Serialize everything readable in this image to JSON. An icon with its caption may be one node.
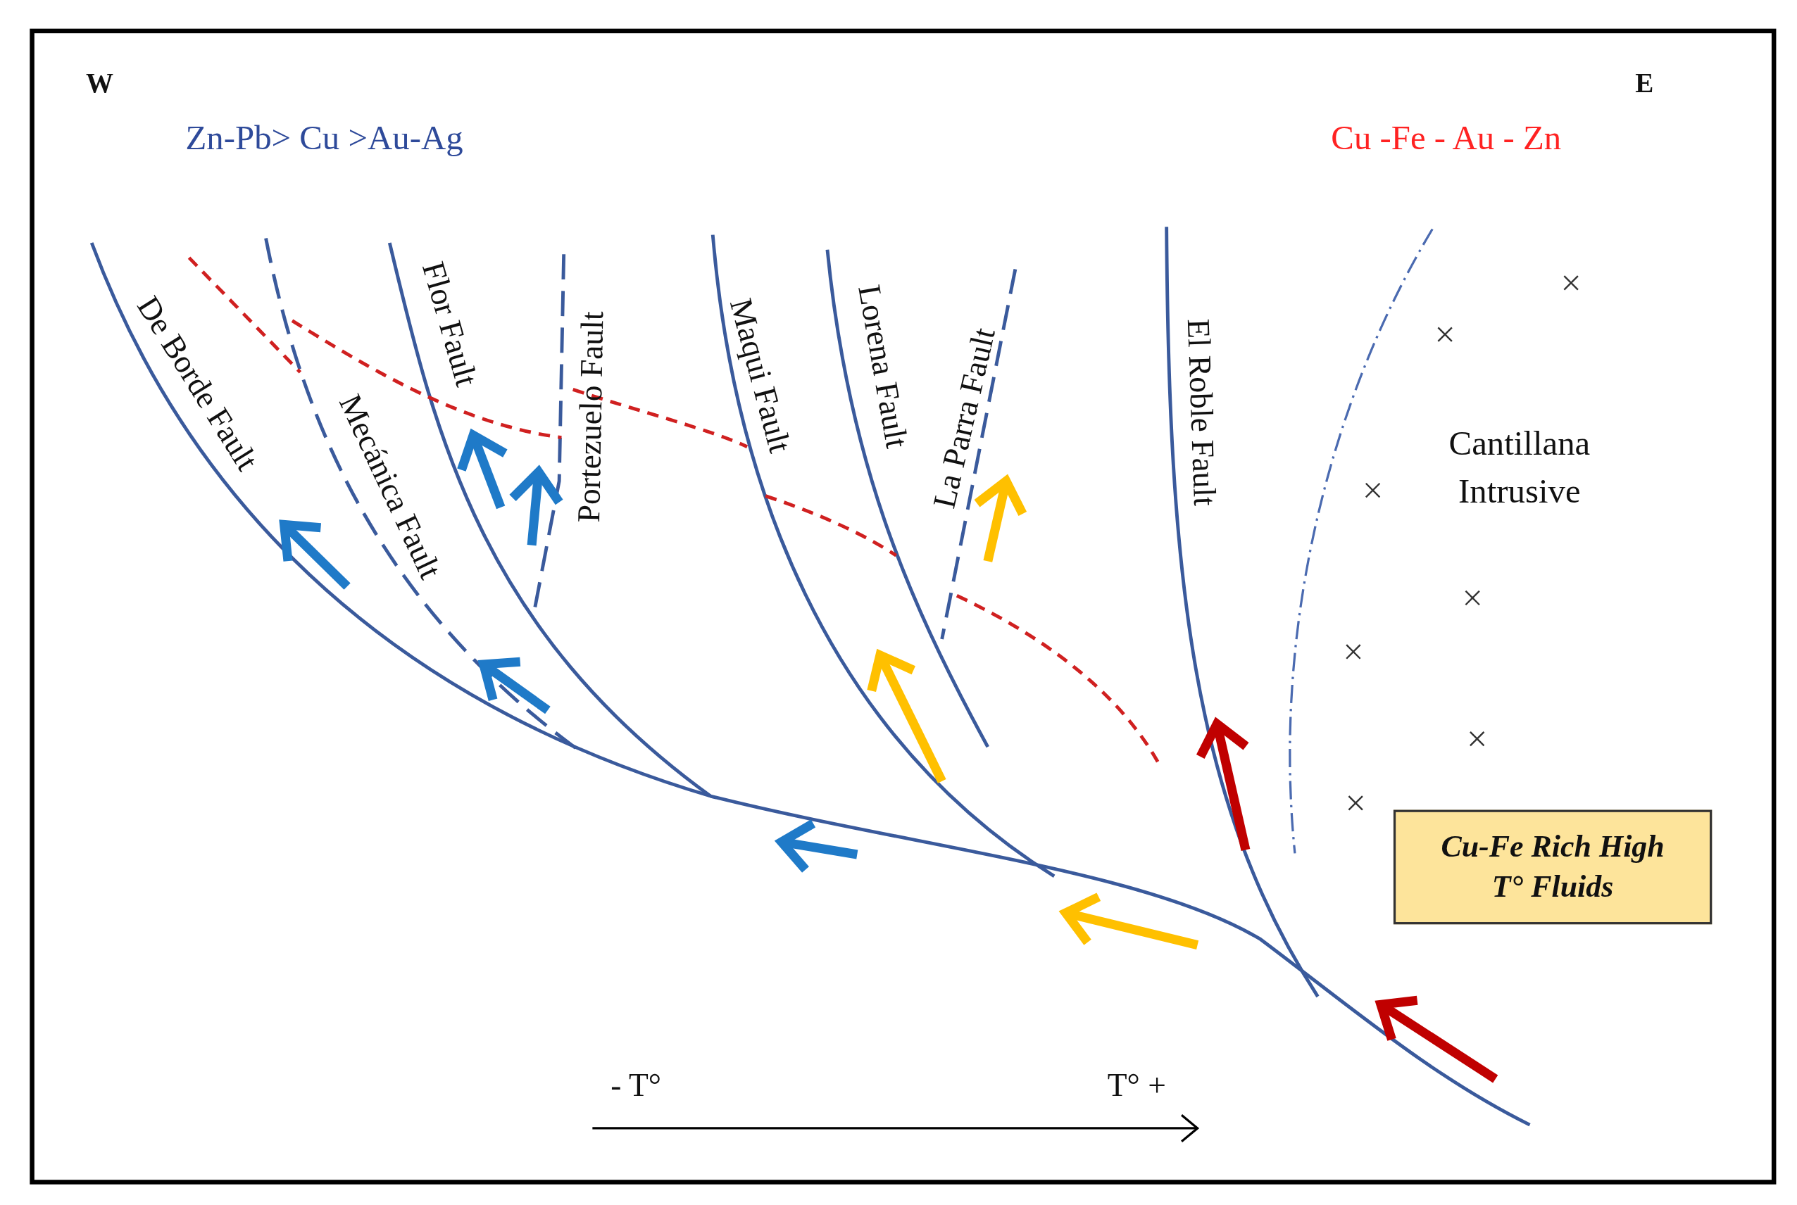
{
  "diagram": {
    "nodes": [
      {
        "text": [
          "Cu-Fe Rich High T° Fluids"
        ]
      }
    ],
    "edges": [],
    "labels": [
      "W",
      "E",
      "Zn-Pb> Cu >Au-Ag",
      "Cu -Fe - Au - Zn",
      "De Borde  Fault",
      "Mecánica Fault",
      "Flor Fault",
      "Portezuelo Fault",
      "Maqui Fault",
      "Lorena Fault",
      "La Parra Fault",
      "El Roble Fault",
      "Cantillana Intrusive",
      "- T°",
      "T° +"
    ]
  }
}
